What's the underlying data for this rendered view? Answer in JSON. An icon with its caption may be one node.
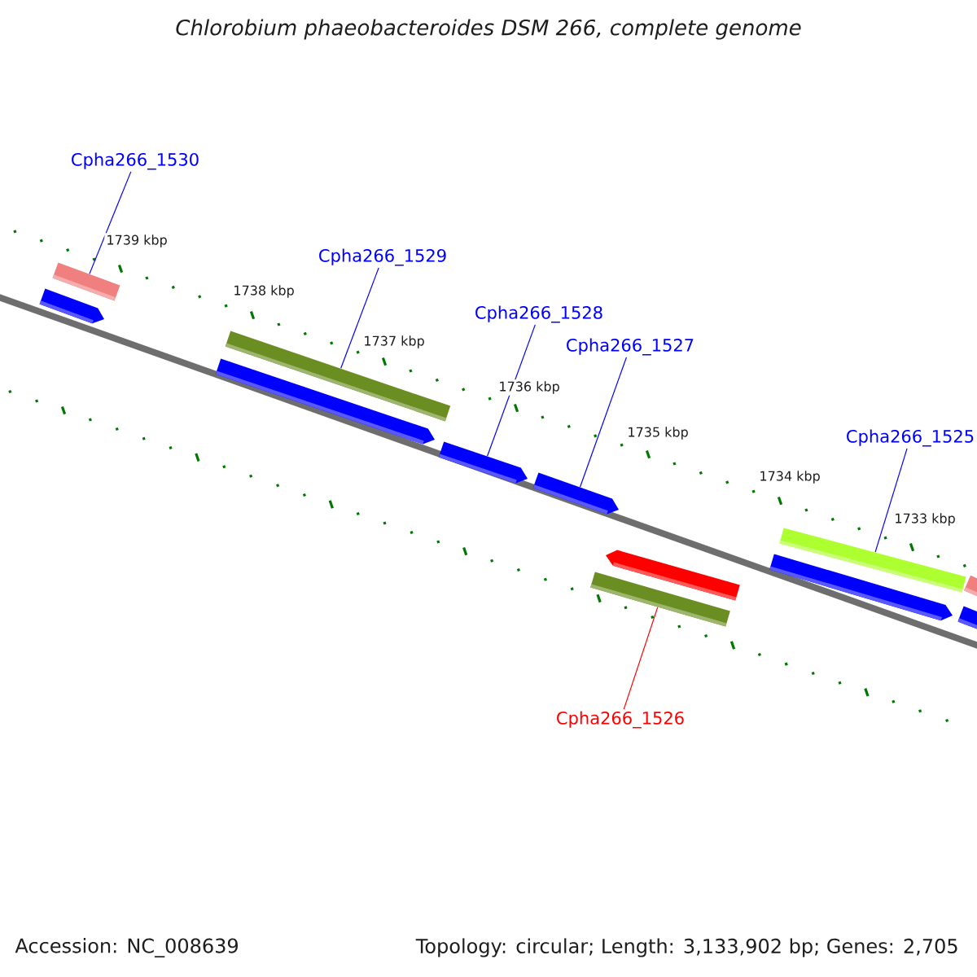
{
  "diagram": {
    "title": "Chlorobium phaeobacteroides DSM 266, complete genome",
    "nodes": [
      {
        "text": [
          "Cpha266_1530"
        ]
      },
      {
        "text": [
          "Cpha266_1529"
        ]
      },
      {
        "text": [
          "Cpha266_1528"
        ]
      },
      {
        "text": [
          "Cpha266_1527"
        ]
      },
      {
        "text": [
          "Cpha266_1525"
        ]
      },
      {
        "text": [
          "Cpha266_1526"
        ]
      },
      {
        "text": [],
        "shape": "bar"
      },
      {
        "text": [],
        "shape": "pentagon"
      },
      {
        "text": [],
        "shape": "bar"
      },
      {
        "text": [],
        "shape": "pentagon"
      },
      {
        "text": [],
        "shape": "pentagon"
      },
      {
        "text": [],
        "shape": "pentagon"
      },
      {
        "text": [],
        "shape": "pentagon"
      },
      {
        "text": [],
        "shape": "bar"
      },
      {
        "text": [],
        "shape": "bar"
      },
      {
        "text": [],
        "shape": "pentagon"
      },
      {
        "text": [],
        "shape": "bar"
      },
      {
        "text": [],
        "shape": "bar"
      }
    ],
    "edges": [
      {
        "from": 0,
        "to": 6,
        "arrow": "none"
      },
      {
        "from": 1,
        "to": 8,
        "arrow": "none"
      },
      {
        "from": 2,
        "to": 10,
        "arrow": "none"
      },
      {
        "from": 3,
        "to": 11,
        "arrow": "none"
      },
      {
        "from": 4,
        "to": 14,
        "arrow": "none"
      },
      {
        "from": 5,
        "to": 13,
        "arrow": "none",
        "color": "#ff0000"
      }
    ],
    "labels": [
      "1739 kbp",
      "1738 kbp",
      "1737 kbp",
      "1736 kbp",
      "1735 kbp",
      "1734 kbp",
      "1733 kbp",
      "Accession: NC_008639",
      "Topology: circular; Length: 3,133,902 bp; Genes: 2,705"
    ]
  }
}
